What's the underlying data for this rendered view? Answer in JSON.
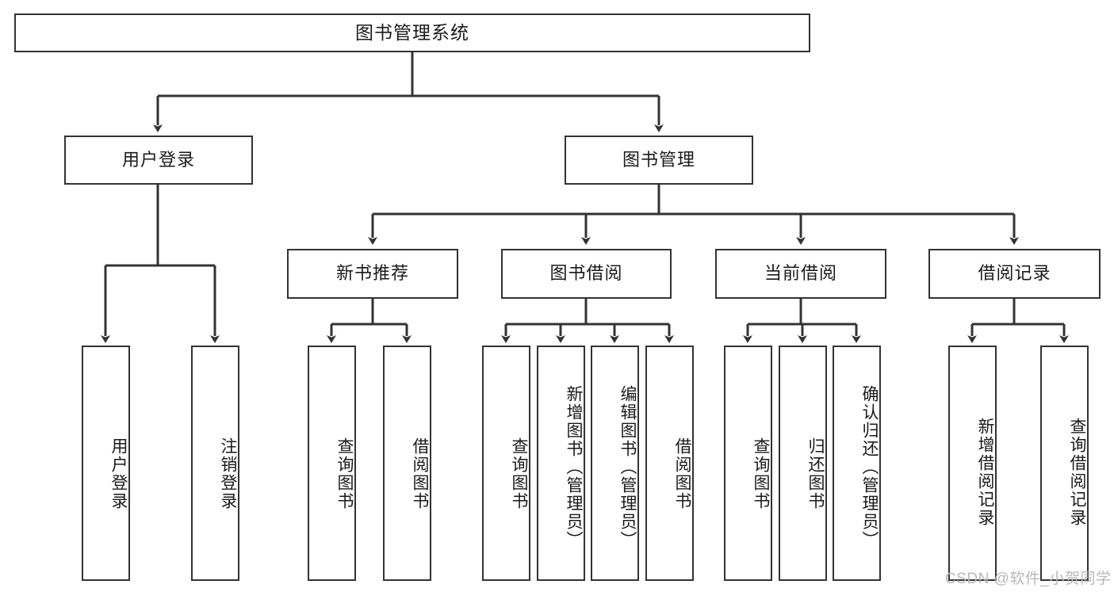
{
  "diagram": {
    "title": "图书管理系统",
    "type": "tree-hierarchy",
    "root": {
      "label": "图书管理系统"
    },
    "level2": [
      {
        "id": "user-login",
        "label": "用户登录"
      },
      {
        "id": "book-management",
        "label": "图书管理"
      }
    ],
    "level3": [
      {
        "id": "new-book-recommend",
        "label": "新书推荐"
      },
      {
        "id": "book-borrow",
        "label": "图书借阅"
      },
      {
        "id": "current-borrow",
        "label": "当前借阅"
      },
      {
        "id": "borrow-record",
        "label": "借阅记录"
      }
    ],
    "leaves": {
      "user_login": [
        {
          "id": "leaf-user-login",
          "label": "用户登录"
        },
        {
          "id": "leaf-logout-login",
          "label": "注销登录"
        }
      ],
      "new_book_recommend": [
        {
          "id": "leaf-query-book-1",
          "label": "查询图书"
        },
        {
          "id": "leaf-borrow-book-1",
          "label": "借阅图书"
        }
      ],
      "book_borrow": [
        {
          "id": "leaf-query-book-2",
          "label": "查询图书"
        },
        {
          "id": "leaf-add-book",
          "label": "新增图书（管理员）"
        },
        {
          "id": "leaf-edit-book",
          "label": "编辑图书（管理员）"
        },
        {
          "id": "leaf-borrow-book-2",
          "label": "借阅图书"
        }
      ],
      "current_borrow": [
        {
          "id": "leaf-query-book-3",
          "label": "查询图书"
        },
        {
          "id": "leaf-return-book",
          "label": "归还图书"
        },
        {
          "id": "leaf-confirm-return",
          "label": "确认归还（管理员）"
        }
      ],
      "borrow_record": [
        {
          "id": "leaf-add-borrow-record",
          "label": "新增借阅记录"
        },
        {
          "id": "leaf-query-borrow-record",
          "label": "查询借阅记录"
        }
      ]
    }
  },
  "watermark": {
    "text": "CSDN @软件_小贺同学"
  },
  "colors": {
    "stroke": "#333333",
    "fill": "#ffffff",
    "text": "#1a1a1a",
    "watermark": "#b8b8b8"
  }
}
